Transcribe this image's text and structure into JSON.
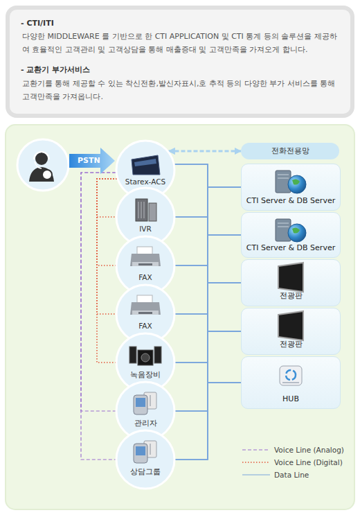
{
  "diagram": {
    "nodes": [
      {
        "text": [
          "- CTI/ITI",
          "다양한 MIDDLEWARE 를 기반으로 한 CTI APPLICATION 및 CTI 통계 등의 솔루션을 제공하여 효율적인 고객관리 및 고객상담을 통해 매출증대 및 고객만족을 가져오게 합니다.",
          "- 교환기 부가서비스",
          "교환기를 통해 제공할 수 있는 착신전환,발신자표시,호 추적 등의 다양한 부가 서비스를 통해 고객만족을 가져옵니다."
        ]
      },
      {
        "text": [
          "Starex-ACS"
        ]
      },
      {
        "text": [
          "IVR"
        ]
      },
      {
        "text": [
          "FAX"
        ]
      },
      {
        "text": [
          "FAX"
        ]
      },
      {
        "text": [
          "녹음장비"
        ]
      },
      {
        "text": [
          "관리자"
        ]
      },
      {
        "text": [
          "상담그룹"
        ]
      },
      {
        "text": [
          "전화전용망"
        ]
      },
      {
        "text": [
          "CTI Server & DB Server"
        ]
      },
      {
        "text": [
          "CTI Server & DB Server"
        ]
      },
      {
        "text": [
          "전광판"
        ]
      },
      {
        "text": [
          "전광판"
        ]
      },
      {
        "text": [
          "HUB"
        ]
      }
    ],
    "edges": [
      {
        "from": 1,
        "to": 8,
        "arrow": "both"
      },
      {
        "from": 1,
        "to": 6,
        "arrow": "none"
      },
      {
        "from": 1,
        "to": 7,
        "arrow": "none"
      },
      {
        "from": 1,
        "to": 2,
        "arrow": "none"
      },
      {
        "from": 1,
        "to": 3,
        "arrow": "none"
      },
      {
        "from": 1,
        "to": 4,
        "arrow": "none"
      },
      {
        "from": 1,
        "to": 5,
        "arrow": "none"
      },
      {
        "from": 1,
        "to": 9,
        "arrow": "none"
      },
      {
        "from": 1,
        "to": 10,
        "arrow": "none"
      },
      {
        "from": 1,
        "to": 11,
        "arrow": "none"
      },
      {
        "from": 1,
        "to": 12,
        "arrow": "none"
      },
      {
        "from": 1,
        "to": 13,
        "arrow": "none"
      },
      {
        "from": 2,
        "to": 9,
        "arrow": "none"
      },
      {
        "from": 2,
        "to": 10,
        "arrow": "none"
      },
      {
        "from": 2,
        "to": 11,
        "arrow": "none"
      },
      {
        "from": 2,
        "to": 12,
        "arrow": "none"
      },
      {
        "from": 2,
        "to": 13,
        "arrow": "none"
      },
      {
        "from": 3,
        "to": 9,
        "arrow": "none"
      },
      {
        "from": 3,
        "to": 10,
        "arrow": "none"
      },
      {
        "from": 3,
        "to": 11,
        "arrow": "none"
      },
      {
        "from": 3,
        "to": 12,
        "arrow": "none"
      },
      {
        "from": 3,
        "to": 13,
        "arrow": "none"
      },
      {
        "from": 4,
        "to": 9,
        "arrow": "none"
      },
      {
        "from": 4,
        "to": 10,
        "arrow": "none"
      },
      {
        "from": 4,
        "to": 11,
        "arrow": "none"
      },
      {
        "from": 4,
        "to": 12,
        "arrow": "none"
      },
      {
        "from": 4,
        "to": 13,
        "arrow": "none"
      },
      {
        "from": 5,
        "to": 9,
        "arrow": "none"
      },
      {
        "from": 5,
        "to": 10,
        "arrow": "none"
      },
      {
        "from": 5,
        "to": 11,
        "arrow": "none"
      },
      {
        "from": 5,
        "to": 12,
        "arrow": "none"
      },
      {
        "from": 5,
        "to": 13,
        "arrow": "none"
      },
      {
        "from": 6,
        "to": 9,
        "arrow": "none"
      },
      {
        "from": 6,
        "to": 10,
        "arrow": "none"
      },
      {
        "from": 6,
        "to": 11,
        "arrow": "none"
      },
      {
        "from": 6,
        "to": 12,
        "arrow": "none"
      },
      {
        "from": 6,
        "to": 13,
        "arrow": "none"
      },
      {
        "from": 7,
        "to": 9,
        "arrow": "none"
      },
      {
        "from": 7,
        "to": 10,
        "arrow": "none"
      },
      {
        "from": 7,
        "to": 11,
        "arrow": "none"
      },
      {
        "from": 7,
        "to": 12,
        "arrow": "none"
      },
      {
        "from": 7,
        "to": 13,
        "arrow": "none"
      }
    ],
    "labels": [
      "PSTN"
    ],
    "legend": [
      {
        "text": "Voice Line (Analog)"
      },
      {
        "text": "Voice Line (Digital)"
      },
      {
        "text": "Data Line"
      }
    ]
  }
}
